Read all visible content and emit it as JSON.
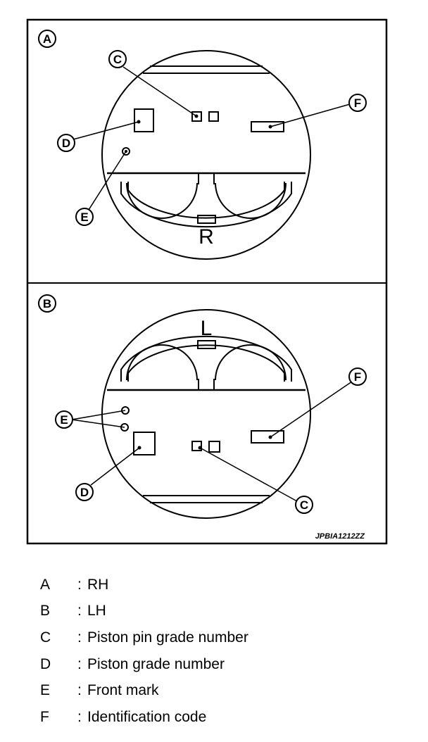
{
  "figure": {
    "code": "JPBIA1212ZZ",
    "panels": [
      {
        "id": "A",
        "side_letter": "R"
      },
      {
        "id": "B",
        "side_letter": "L"
      }
    ],
    "callouts": {
      "C": "C",
      "D": "D",
      "E": "E",
      "F": "F"
    }
  },
  "legend": {
    "separator": ":",
    "items": [
      {
        "key": "A",
        "text": "RH"
      },
      {
        "key": "B",
        "text": "LH"
      },
      {
        "key": "C",
        "text": "Piston pin grade number"
      },
      {
        "key": "D",
        "text": "Piston grade number"
      },
      {
        "key": "E",
        "text": "Front mark"
      },
      {
        "key": "F",
        "text": "Identification code"
      }
    ]
  }
}
